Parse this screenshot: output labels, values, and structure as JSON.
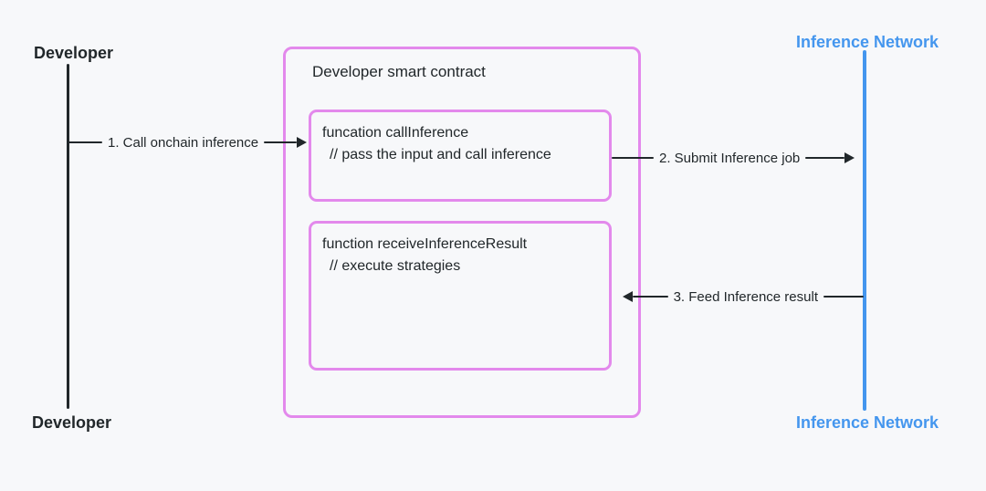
{
  "diagram": {
    "type": "sequence-flow",
    "colors": {
      "background": "#f7f8fa",
      "text_and_lines": "#21272a",
      "contract_box_border": "#e389ec",
      "inference_network": "#4496ee"
    },
    "developer_lifeline": {
      "top_label": "Developer",
      "bottom_label": "Developer"
    },
    "inference_lifeline": {
      "top_label": "Inference Network",
      "bottom_label": "Inference Network"
    },
    "contract_box": {
      "title": "Developer smart contract",
      "functions": [
        {
          "signature": "funcation callInference",
          "comment": "// pass the input and call inference"
        },
        {
          "signature": "function receiveInferenceResult",
          "comment": "// execute strategies"
        }
      ]
    },
    "arrows": [
      {
        "label": "1. Call onchain inference",
        "direction": "right"
      },
      {
        "label": "2. Submit Inference job",
        "direction": "right"
      },
      {
        "label": "3. Feed Inference result",
        "direction": "left"
      }
    ]
  }
}
